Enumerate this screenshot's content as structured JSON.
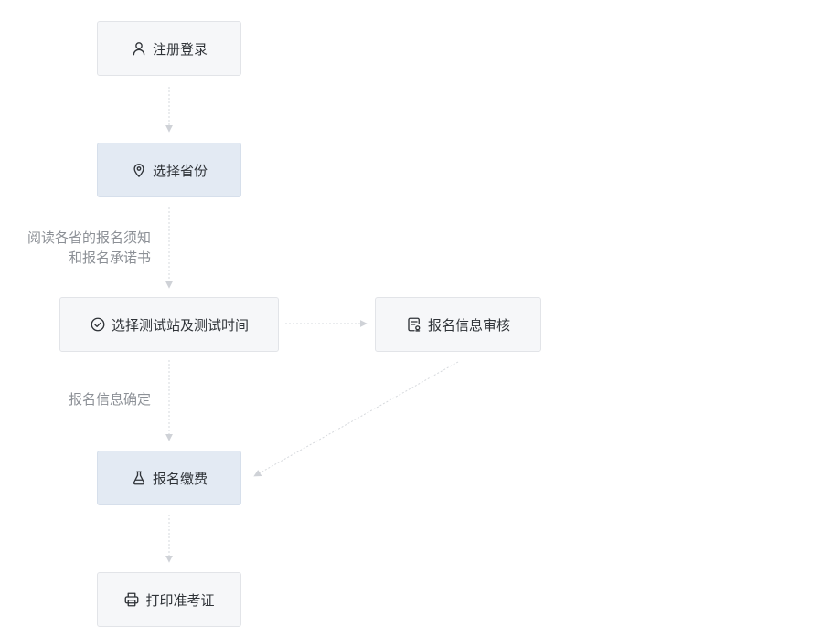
{
  "nodes": {
    "register": {
      "label": "注册登录",
      "icon": "user-icon"
    },
    "province": {
      "label": "选择省份",
      "icon": "location-pin-icon"
    },
    "site": {
      "label": "选择测试站及测试时间",
      "icon": "check-circle-icon"
    },
    "review": {
      "label": "报名信息审核",
      "icon": "document-review-icon"
    },
    "payment": {
      "label": "报名缴费",
      "icon": "flask-icon"
    },
    "print": {
      "label": "打印准考证",
      "icon": "printer-icon"
    }
  },
  "edge_labels": {
    "read_notice_line1": "阅读各省的报名须知",
    "read_notice_line2": "和报名承诺书",
    "confirm": "报名信息确定"
  },
  "colors": {
    "node_bg": "#f6f7f9",
    "node_active_bg": "#e3eaf3",
    "edge": "#d0d3d8",
    "label_text": "#8c9096"
  }
}
